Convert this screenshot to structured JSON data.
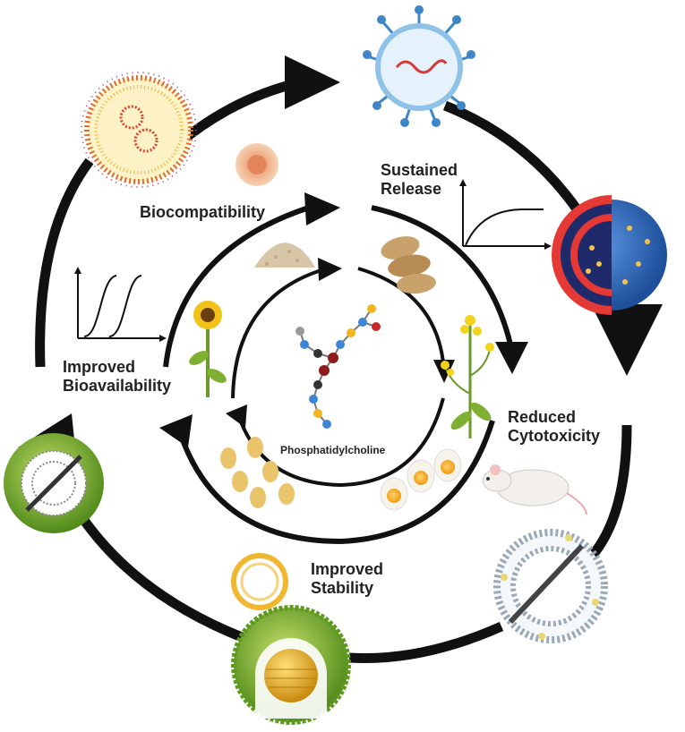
{
  "center_label": "Phosphatidylcholine",
  "benefits": {
    "biocompatibility": [
      "Biocompatibility"
    ],
    "sustained_release": [
      "Sustained",
      "Release"
    ],
    "reduced_cytotoxicity": [
      "Reduced",
      "Cytotoxicity"
    ],
    "improved_stability": [
      "Improved",
      "Stability"
    ],
    "improved_bioavailability": [
      "Improved",
      "Bioavailability"
    ]
  },
  "colors": {
    "arrow": "#111111",
    "lipid_head_red": "#d9442b",
    "nanoparticle_blue": "#2f6fc7",
    "nanoparticle_green": "#7fb32a",
    "liposome_gray": "#9aa9b8",
    "egg_yolk": "#f4a623",
    "sunflower": "#f2c21b",
    "soybean": "#e9c46a"
  },
  "icons": [
    "liposome-icon",
    "virus-like-particle-icon",
    "cut-nanoparticle-icon",
    "bilayer-liposome-icon",
    "solid-lipid-nanoparticle-icon",
    "green-nanoparticle-icon",
    "cell-icon",
    "powder-icon",
    "peanut-icon",
    "rapeseed-plant-icon",
    "sunflower-icon",
    "egg-icon",
    "soybean-icon",
    "mouse-icon",
    "ring-icon",
    "molecule-icon",
    "release-curve-icon",
    "sigmoid-curve-icon"
  ]
}
